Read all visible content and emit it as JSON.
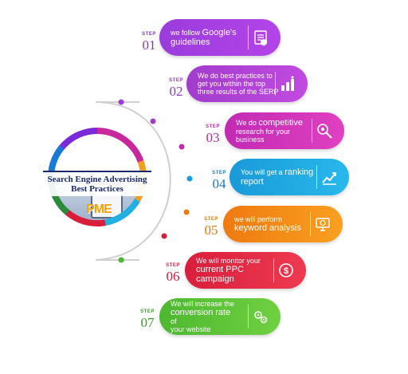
{
  "hub": {
    "title_line1": "Search Engine Advertising",
    "title_line2": "Best Practices",
    "logo_text": "PME"
  },
  "steps": [
    {
      "label": "STEP",
      "number": "01",
      "lines": [
        {
          "text": "we follow ",
          "big": false
        },
        {
          "text": "Google's",
          "big": true
        },
        {
          "text": "guidelines",
          "big": true
        }
      ],
      "color_from": "#9a3cdc",
      "color_to": "#b444e8",
      "num_color": "#7a3cc8",
      "icon": "shield-checklist-icon"
    },
    {
      "label": "STEP",
      "number": "02",
      "lines": [
        {
          "text": "We do best practices to",
          "big": false
        },
        {
          "text": "get you within the top",
          "big": false
        },
        {
          "text": "three results of the SERP",
          "big": false
        }
      ],
      "color_from": "#a03ccc",
      "color_to": "#c24ae0",
      "num_color": "#8a3cbc",
      "icon": "ranking-chart-icon"
    },
    {
      "label": "STEP",
      "number": "03",
      "lines": [
        {
          "text": "We do ",
          "big": false
        },
        {
          "text": "competitive",
          "big": true
        },
        {
          "text": "research for your",
          "big": false
        },
        {
          "text": "business",
          "big": false
        }
      ],
      "color_from": "#c22ab4",
      "color_to": "#e040c0",
      "num_color": "#b8289e",
      "icon": "research-magnifier-icon"
    },
    {
      "label": "STEP",
      "number": "04",
      "lines": [
        {
          "text": "You will get a ",
          "big": false
        },
        {
          "text": "ranking",
          "big": true
        },
        {
          "text": "report",
          "big": true
        }
      ],
      "color_from": "#1a9ad8",
      "color_to": "#28b8ec",
      "num_color": "#1a7ac0",
      "icon": "trend-up-chart-icon"
    },
    {
      "label": "STEP",
      "number": "05",
      "lines": [
        {
          "text": "we will perform",
          "big": false
        },
        {
          "text": "keyword analysis",
          "big": true
        }
      ],
      "color_from": "#f07a10",
      "color_to": "#f8a020",
      "num_color": "#e07a10",
      "icon": "analytics-monitor-icon"
    },
    {
      "label": "STEP",
      "number": "06",
      "lines": [
        {
          "text": "We will monitor your",
          "big": false
        },
        {
          "text": "current PPC",
          "big": true
        },
        {
          "text": "campaign",
          "big": true
        }
      ],
      "color_from": "#d81e3c",
      "color_to": "#ee3a50",
      "num_color": "#c81e3c",
      "icon": "dollar-clock-icon"
    },
    {
      "label": "STEP",
      "number": "07",
      "lines": [
        {
          "text": "We will increase the",
          "big": false
        },
        {
          "text": "conversion rate",
          "big": true
        },
        {
          "text": " of",
          "big": false
        },
        {
          "text": "your website",
          "big": false
        }
      ],
      "color_from": "#4cb830",
      "color_to": "#70d040",
      "num_color": "#3c9a2c",
      "icon": "conversion-gears-icon"
    }
  ]
}
